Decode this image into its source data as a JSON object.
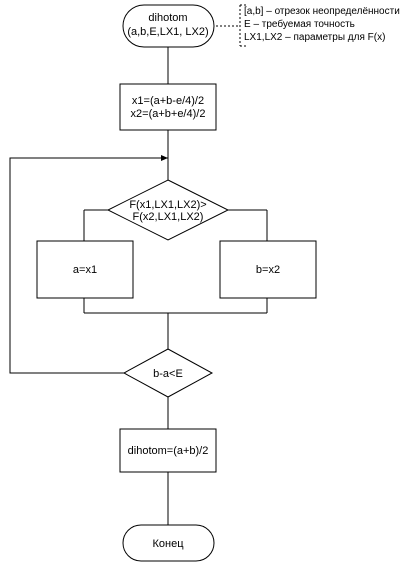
{
  "start": {
    "line1": "dihotom",
    "line2": "(a,b,E,LX1, LX2)"
  },
  "comment": {
    "line1": "[a,b] – отрезок неопределённости",
    "line2": "E – требуемая точность",
    "line3": "LX1,LX2 – параметры для F(x)"
  },
  "init": {
    "line1": "x1=(a+b-e/4)/2",
    "line2": "x2=(a+b+e/4)/2"
  },
  "compare": {
    "line1": "F(x1,LX1,LX2)>",
    "line2": "F(x2,LX1,LX2)"
  },
  "left_assign": {
    "label": "a=x1"
  },
  "right_assign": {
    "label": "b=x2"
  },
  "loop_check": {
    "label": "b-a<E"
  },
  "result": {
    "label": "dihotom=(a+b)/2"
  },
  "end": {
    "label": "Конец"
  }
}
